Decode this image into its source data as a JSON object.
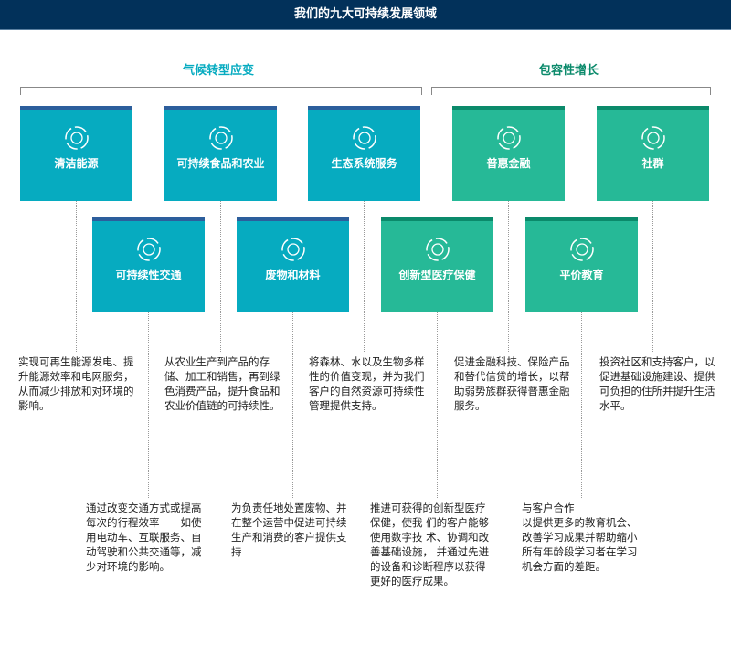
{
  "title": "我们的九大可持续发展领域",
  "groups": {
    "climate": "气候转型应变",
    "inclusive": "包容性增长"
  },
  "colors": {
    "header": "#02315a",
    "blue": "#06abc0",
    "green": "#26b997",
    "climate_label": "#06abc0",
    "inclusive_label": "#0b8a6b"
  },
  "areas": [
    {
      "label": "清洁能源",
      "icon": "solar-panel-icon",
      "text": "实现可再生能源发电、提升能源效率和电网服务，从而减少排放和对环境的影响。"
    },
    {
      "label": "可持续食品和农业",
      "icon": "wheat-hand-icon",
      "text": "从农业生产到产品的存储、加工和销售，再到绿色消费产品，提升食品和农业价值链的可持续性。"
    },
    {
      "label": "生态系统服务",
      "icon": "leaf-water-icon",
      "text": "将森林、水以及生物多样性的价值变现，并为我们客户的自然资源可持续性管理提供支持。"
    },
    {
      "label": "普惠金融",
      "icon": "handshake-icon",
      "text": "促进金融科技、保险产品和替代信贷的增长，以帮助弱势族群获得普惠金融服务。"
    },
    {
      "label": "社群",
      "icon": "community-icon",
      "text": "投资社区和支持客户，以促进基础设施建设、提供可负担的住所并提升生活水平。"
    },
    {
      "label": "可持续性交通",
      "icon": "wheel-icon",
      "text": "通过改变交通方式或提高每次的行程效率——如使用电动车、互联服务、自动驾驶和公共交通等，减少对环境的影响。"
    },
    {
      "label": "废物和材料",
      "icon": "cube-icon",
      "text": "为负责任地处置废物、并在整个运营中促进可持续生产和消费的客户提供支持"
    },
    {
      "label": "创新型医疗保健",
      "icon": "medical-cross-icon",
      "text": "推进可获得的创新型医疗保健，使我 们的客户能够使用数字技 术、协调和改善基础设施， 并通过先进的设备和诊断程序以获得更好的医疗成果。"
    },
    {
      "label": "平价教育",
      "icon": "globe-icon",
      "text": "与客户合作\n以提供更多的教育机会、改善学习成果并帮助缩小所有年龄段学习者在学习机会方面的差距。"
    }
  ]
}
